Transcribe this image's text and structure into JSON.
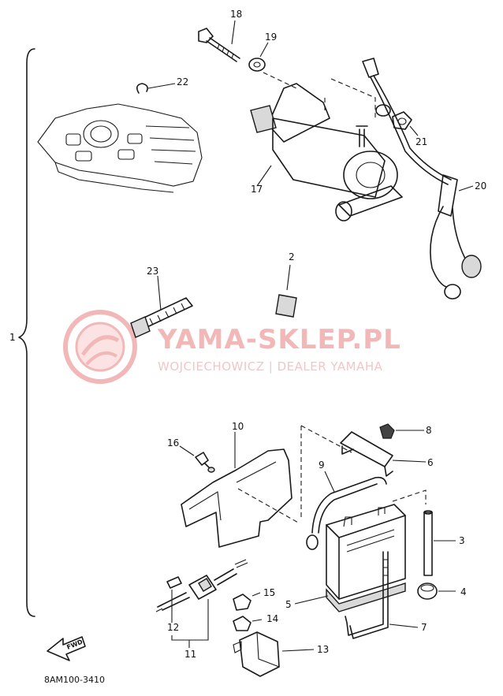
{
  "diagram": {
    "group_label": "1",
    "drawing_code": "8AM100-3410",
    "fwd_label": "FWD",
    "watermark": {
      "title": "YAMA-SKLEP.PL",
      "subtitle": "WOJCIECHOWICZ | DEALER YAMAHA"
    },
    "callouts": [
      "18",
      "19",
      "22",
      "21",
      "17",
      "20",
      "2",
      "23",
      "10",
      "8",
      "16",
      "6",
      "9",
      "3",
      "4",
      "15",
      "5",
      "14",
      "7",
      "13",
      "12",
      "11"
    ]
  }
}
